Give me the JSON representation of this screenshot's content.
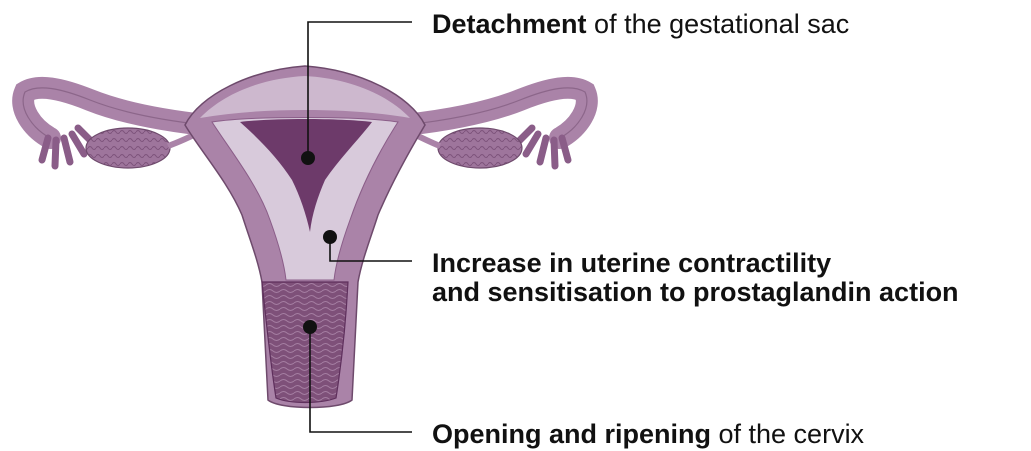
{
  "colors": {
    "tissue": "#aa83a8",
    "tissue_mid": "#8a5d88",
    "tissue_dark": "#5e2f5c",
    "cavity": "#d8cadb",
    "outline": "#6e4a6c",
    "leader": "#111111",
    "text": "#111111"
  },
  "annotations": [
    {
      "bold": "Detachment",
      "rest": " of the gestational sac"
    },
    {
      "bold_line1": "Increase in uterine contractility",
      "bold_line2": "and sensitisation to prostaglandin action"
    },
    {
      "bold": "Opening and ripening",
      "rest": " of the cervix"
    }
  ]
}
